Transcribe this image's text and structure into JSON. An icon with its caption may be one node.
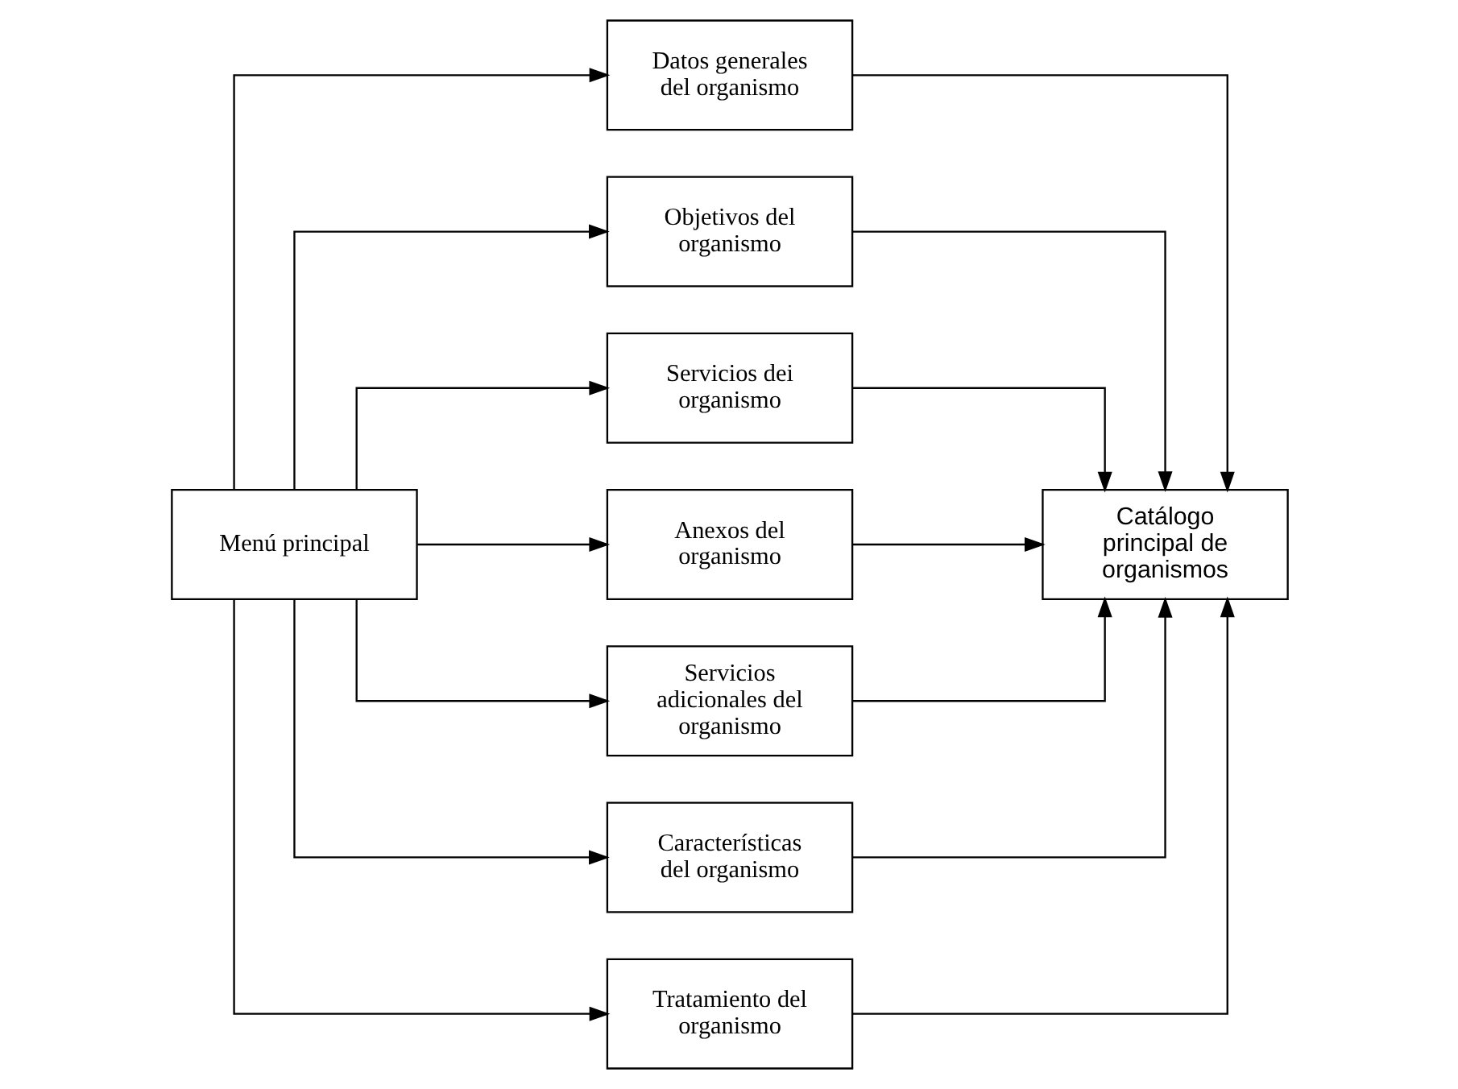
{
  "diagram": {
    "nodes": [
      {
        "text": [
          "Menú principal"
        ]
      },
      {
        "text": [
          "Datos generales del organismo"
        ]
      },
      {
        "text": [
          "Catálogo principal de organismos"
        ]
      },
      {
        "text": [
          "Objetivos del organismo"
        ]
      },
      {
        "text": [
          "Servicios dei organismo"
        ]
      },
      {
        "text": [
          "Anexos del organismo"
        ]
      },
      {
        "text": [
          "Servicios adicionales del organismo"
        ]
      },
      {
        "text": [
          "Características del organismo"
        ]
      },
      {
        "text": [
          "Tratamiento del organismo"
        ]
      }
    ],
    "edges": [
      {
        "from": 0,
        "to": 1,
        "arrow": "to"
      },
      {
        "from": 1,
        "to": 2,
        "arrow": "to"
      },
      {
        "from": 0,
        "to": 3,
        "arrow": "to"
      },
      {
        "from": 0,
        "to": 4,
        "arrow": "to"
      },
      {
        "from": 0,
        "to": 5,
        "arrow": "to"
      },
      {
        "from": 0,
        "to": 6,
        "arrow": "to"
      },
      {
        "from": 0,
        "to": 7,
        "arrow": "to"
      },
      {
        "from": 0,
        "to": 8,
        "arrow": "to"
      },
      {
        "from": 3,
        "to": 2,
        "arrow": "to"
      },
      {
        "from": 4,
        "to": 2,
        "arrow": "to"
      },
      {
        "from": 5,
        "to": 2,
        "arrow": "to"
      },
      {
        "from": 6,
        "to": 2,
        "arrow": "to"
      },
      {
        "from": 7,
        "to": 2,
        "arrow": "to"
      },
      {
        "from": 8,
        "to": 2,
        "arrow": "to"
      }
    ]
  }
}
